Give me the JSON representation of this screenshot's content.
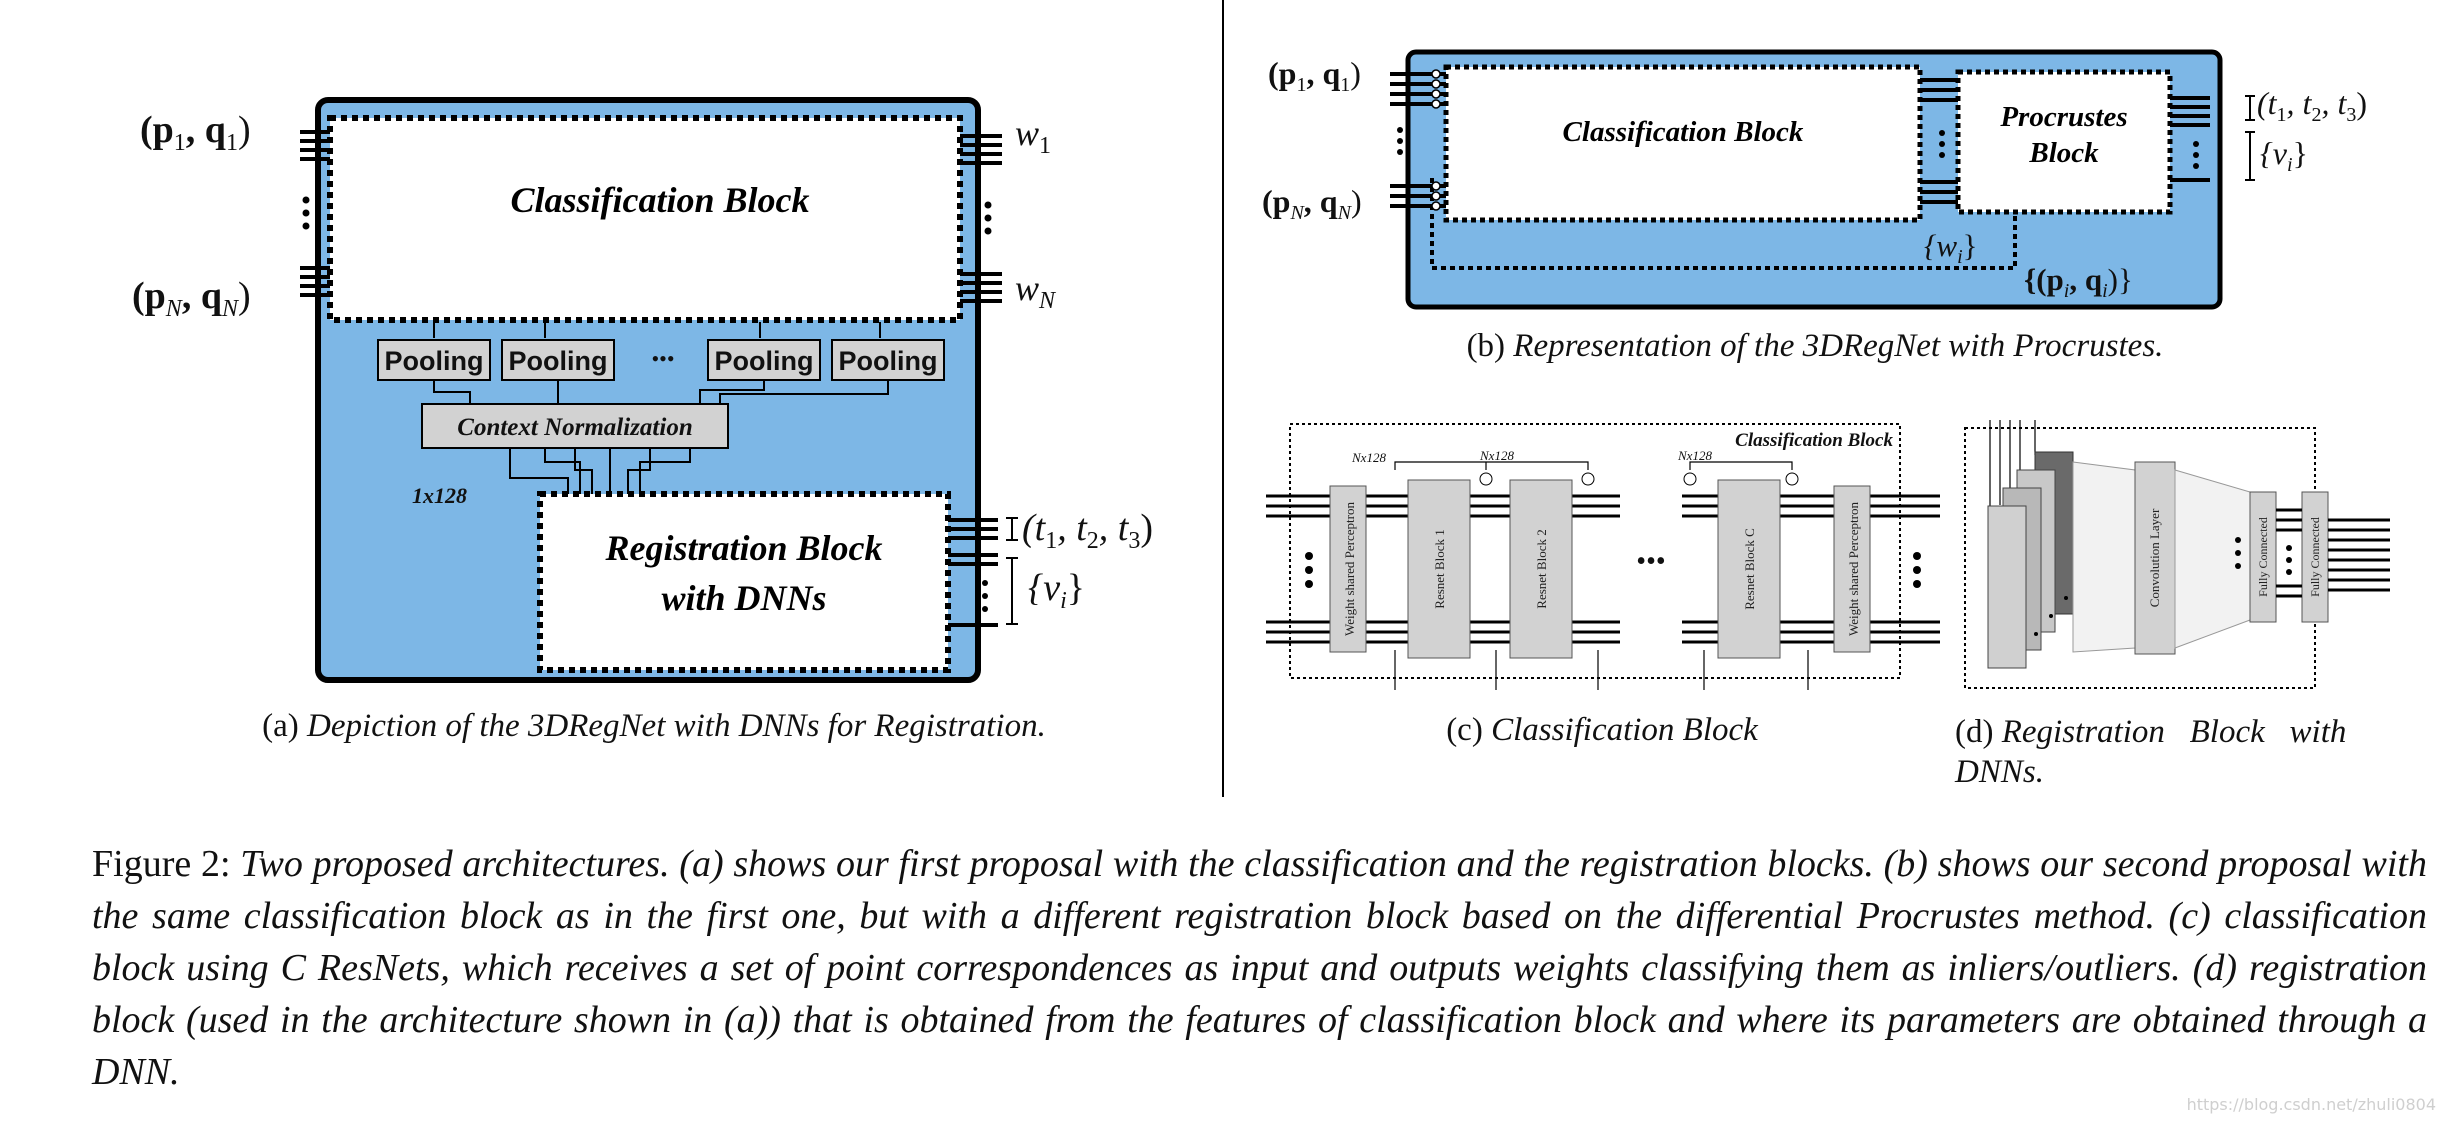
{
  "panel_a": {
    "input_first": "(p",
    "input_first_sub": "1",
    "input_first_mid": ", q",
    "input_first_sub2": "1",
    "input_first_end": ")",
    "input_last": "(p",
    "input_last_sub": "N",
    "input_last_mid": ", q",
    "input_last_sub2": "N",
    "input_last_end": ")",
    "weight_first": "w",
    "weight_first_sub": "1",
    "weight_last": "w",
    "weight_last_sub": "N",
    "classification_label": "Classification Block",
    "pooling_labels": [
      "Pooling",
      "Pooling",
      "Pooling",
      "Pooling"
    ],
    "pooling_ellipsis": "•••",
    "context_norm_label": "Context Normalization",
    "dim_label": "1x128",
    "registration_line1": "Registration Block",
    "registration_line2": "with DNNs",
    "trans_out": "(t",
    "trans_out_full": [
      "1",
      ", t",
      "2",
      ", t",
      "3",
      ")"
    ],
    "rot_out": "{v",
    "rot_out_sub": "i",
    "rot_out_end": "}",
    "caption_prefix": "(a)",
    "caption_text": "Depiction of the 3DRegNet with DNNs for Registration."
  },
  "panel_b": {
    "input_first": "(p",
    "input_first_sub": "1",
    "input_first_mid": ", q",
    "input_first_sub2": "1",
    "input_first_end": ")",
    "input_last": "(p",
    "input_last_sub": "N",
    "input_last_mid": ", q",
    "input_last_sub2": "N",
    "input_last_end": ")",
    "classification_label": "Classification Block",
    "procrustes_line1": "Procrustes",
    "procrustes_line2": "Block",
    "weights_label": "{w",
    "weights_sub": "i",
    "weights_end": "}",
    "points_label": "{(p",
    "points_sub": "i",
    "points_mid": ", q",
    "points_sub2": "i",
    "points_end": ")}",
    "trans_out": "(t",
    "trans_out_full": [
      "1",
      ", t",
      "2",
      ", t",
      "3",
      ")"
    ],
    "rot_out": "{v",
    "rot_out_sub": "i",
    "rot_out_end": "}",
    "caption_prefix": "(b)",
    "caption_text": "Representation of the 3DRegNet with Procrustes."
  },
  "panel_c": {
    "title": "Classification Block",
    "dims": [
      "Nx128",
      "Nx128",
      "Nx128"
    ],
    "blocks": [
      "Weight shared Perceptron",
      "Resnet Block 1",
      "Resnet Block 2",
      "Resnet Block C",
      "Weight shared Perceptron"
    ],
    "ellipsis": "•••",
    "caption_prefix": "(c)",
    "caption_text": "Classification Block"
  },
  "panel_d": {
    "conv_label": "Convolution Layer",
    "fc_labels": [
      "Fully Connected",
      "Fully Connected"
    ],
    "caption_prefix": "(d)",
    "caption_line1": "Registration   Block   with",
    "caption_line2": "DNNs."
  },
  "figure_caption": {
    "label": "Figure 2:",
    "text": "Two proposed architectures.  (a) shows our first proposal with the classification and the registration blocks. (b) shows our second proposal with the same classification block as in the first one, but with a different registration block based on the differential Procrustes method. (c) classification block using C ResNets, which receives a set of point correspondences as input and outputs weights classifying them as inliers/outliers.  (d) registration block (used in the architecture shown in (a)) that is obtained from the features of classification block and where its parameters are obtained through a DNN."
  },
  "watermark": "https://blog.csdn.net/zhuli0804",
  "colors": {
    "panel_blue": "#7db7e6",
    "box_gray": "#d2d2d2",
    "border": "#000000"
  }
}
